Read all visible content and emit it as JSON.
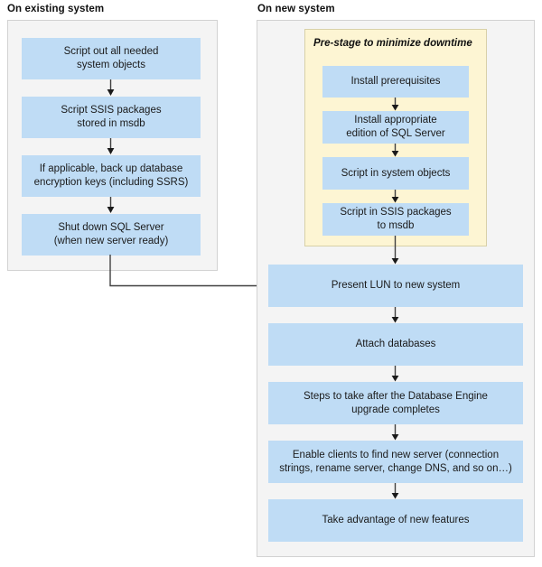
{
  "colors": {
    "node_fill": "#bfdcf5",
    "panel_fill": "#f4f4f4",
    "panel_border": "#d2d2d2",
    "stage_fill": "#fdf5d3",
    "stage_border": "#d8d0a8",
    "arrow": "#404040",
    "text": "#1a1a1a"
  },
  "panels": {
    "existing": {
      "title": "On existing system",
      "nodes": [
        {
          "id": "script-out-system-objects",
          "line1": "Script out all needed",
          "line2": "system objects"
        },
        {
          "id": "script-ssis-packages",
          "line1": "Script SSIS packages",
          "line2": "stored in msdb"
        },
        {
          "id": "back-up-encryption-keys",
          "line1": "If applicable, back up database",
          "line2": "encryption keys (including SSRS)"
        },
        {
          "id": "shut-down-sql-server",
          "line1": "Shut down SQL Server",
          "line2": "(when new server ready)"
        }
      ]
    },
    "new": {
      "title": "On new system",
      "stage_group": {
        "title": "Pre-stage to minimize downtime",
        "nodes": [
          {
            "id": "install-prerequisites",
            "line1": "Install prerequisites",
            "line2": ""
          },
          {
            "id": "install-sql-server-edition",
            "line1": "Install appropriate",
            "line2": "edition of SQL Server"
          },
          {
            "id": "script-in-system-objects",
            "line1": "Script in system objects",
            "line2": ""
          },
          {
            "id": "script-in-ssis-packages",
            "line1": "Script in SSIS packages",
            "line2": "to msdb"
          }
        ]
      },
      "nodes": [
        {
          "id": "present-lun",
          "line1": "Present LUN to new system",
          "line2": ""
        },
        {
          "id": "attach-databases",
          "line1": "Attach databases",
          "line2": ""
        },
        {
          "id": "post-upgrade-steps",
          "line1": "Steps to take after the Database Engine",
          "line2": "upgrade completes"
        },
        {
          "id": "enable-clients-find-server",
          "line1": "Enable clients to find new server (connection",
          "line2": "strings, rename server, change DNS, and so on…)"
        },
        {
          "id": "take-advantage-new-features",
          "line1": "Take advantage of new features",
          "line2": ""
        }
      ]
    }
  },
  "connectors": {
    "cross_panel": "shut-down-sql-server to present-lun"
  }
}
